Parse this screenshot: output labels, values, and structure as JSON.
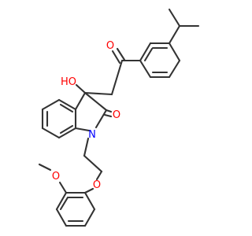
{
  "molecule": {
    "atoms": {
      "ketone_oxygen": "O",
      "hydroxyl": "HO",
      "lactam_oxygen": "O",
      "ring_nitrogen": "N",
      "ether_oxygen": "O",
      "methoxy_oxygen": "O"
    },
    "colors": {
      "oxygen": "#ff0000",
      "nitrogen": "#0000ff",
      "bond": "#333333",
      "background": "#ffffff"
    }
  }
}
